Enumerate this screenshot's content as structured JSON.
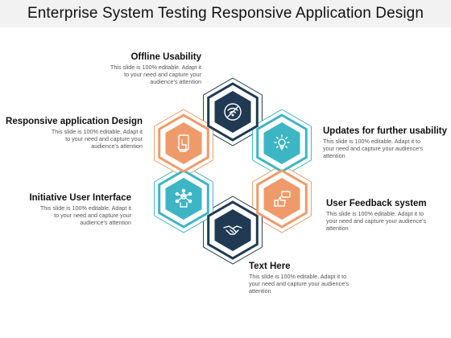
{
  "title": "Enterprise System Testing Responsive Application Design",
  "colors": {
    "navy": "#1f3a52",
    "teal": "#3db5c4",
    "orange": "#ef9a6a",
    "outline": "#8a9aa8"
  },
  "items": [
    {
      "head": "Offline Usability",
      "desc": "This slide is 100% editable. Adapt it to your need and capture your audience's attention",
      "icon": "no-wifi-icon",
      "color": "navy"
    },
    {
      "head": "Updates for further usability",
      "desc": "This slide is 100% editable. Adapt it to your need and capture your audience's attention",
      "icon": "lightbulb-gear-icon",
      "color": "teal"
    },
    {
      "head": "User Feedback system",
      "desc": "This slide is 100% editable. Adapt it to your need and capture your audience's attention",
      "icon": "thumbs-up-feedback-icon",
      "color": "orange"
    },
    {
      "head": "Text Here",
      "desc": "This slide is 100% editable. Adapt it to your need and capture your audience's attention",
      "icon": "handshake-icon",
      "color": "navy"
    },
    {
      "head": "Initiative User Interface",
      "desc": "This slide is 100% editable. Adapt it to your need and capture your audience's attention",
      "icon": "network-hand-icon",
      "color": "teal"
    },
    {
      "head": "Responsive application Design",
      "desc": "This slide is 100% editable. Adapt it to your need and capture your audience's attention",
      "icon": "touch-device-icon",
      "color": "orange"
    }
  ]
}
